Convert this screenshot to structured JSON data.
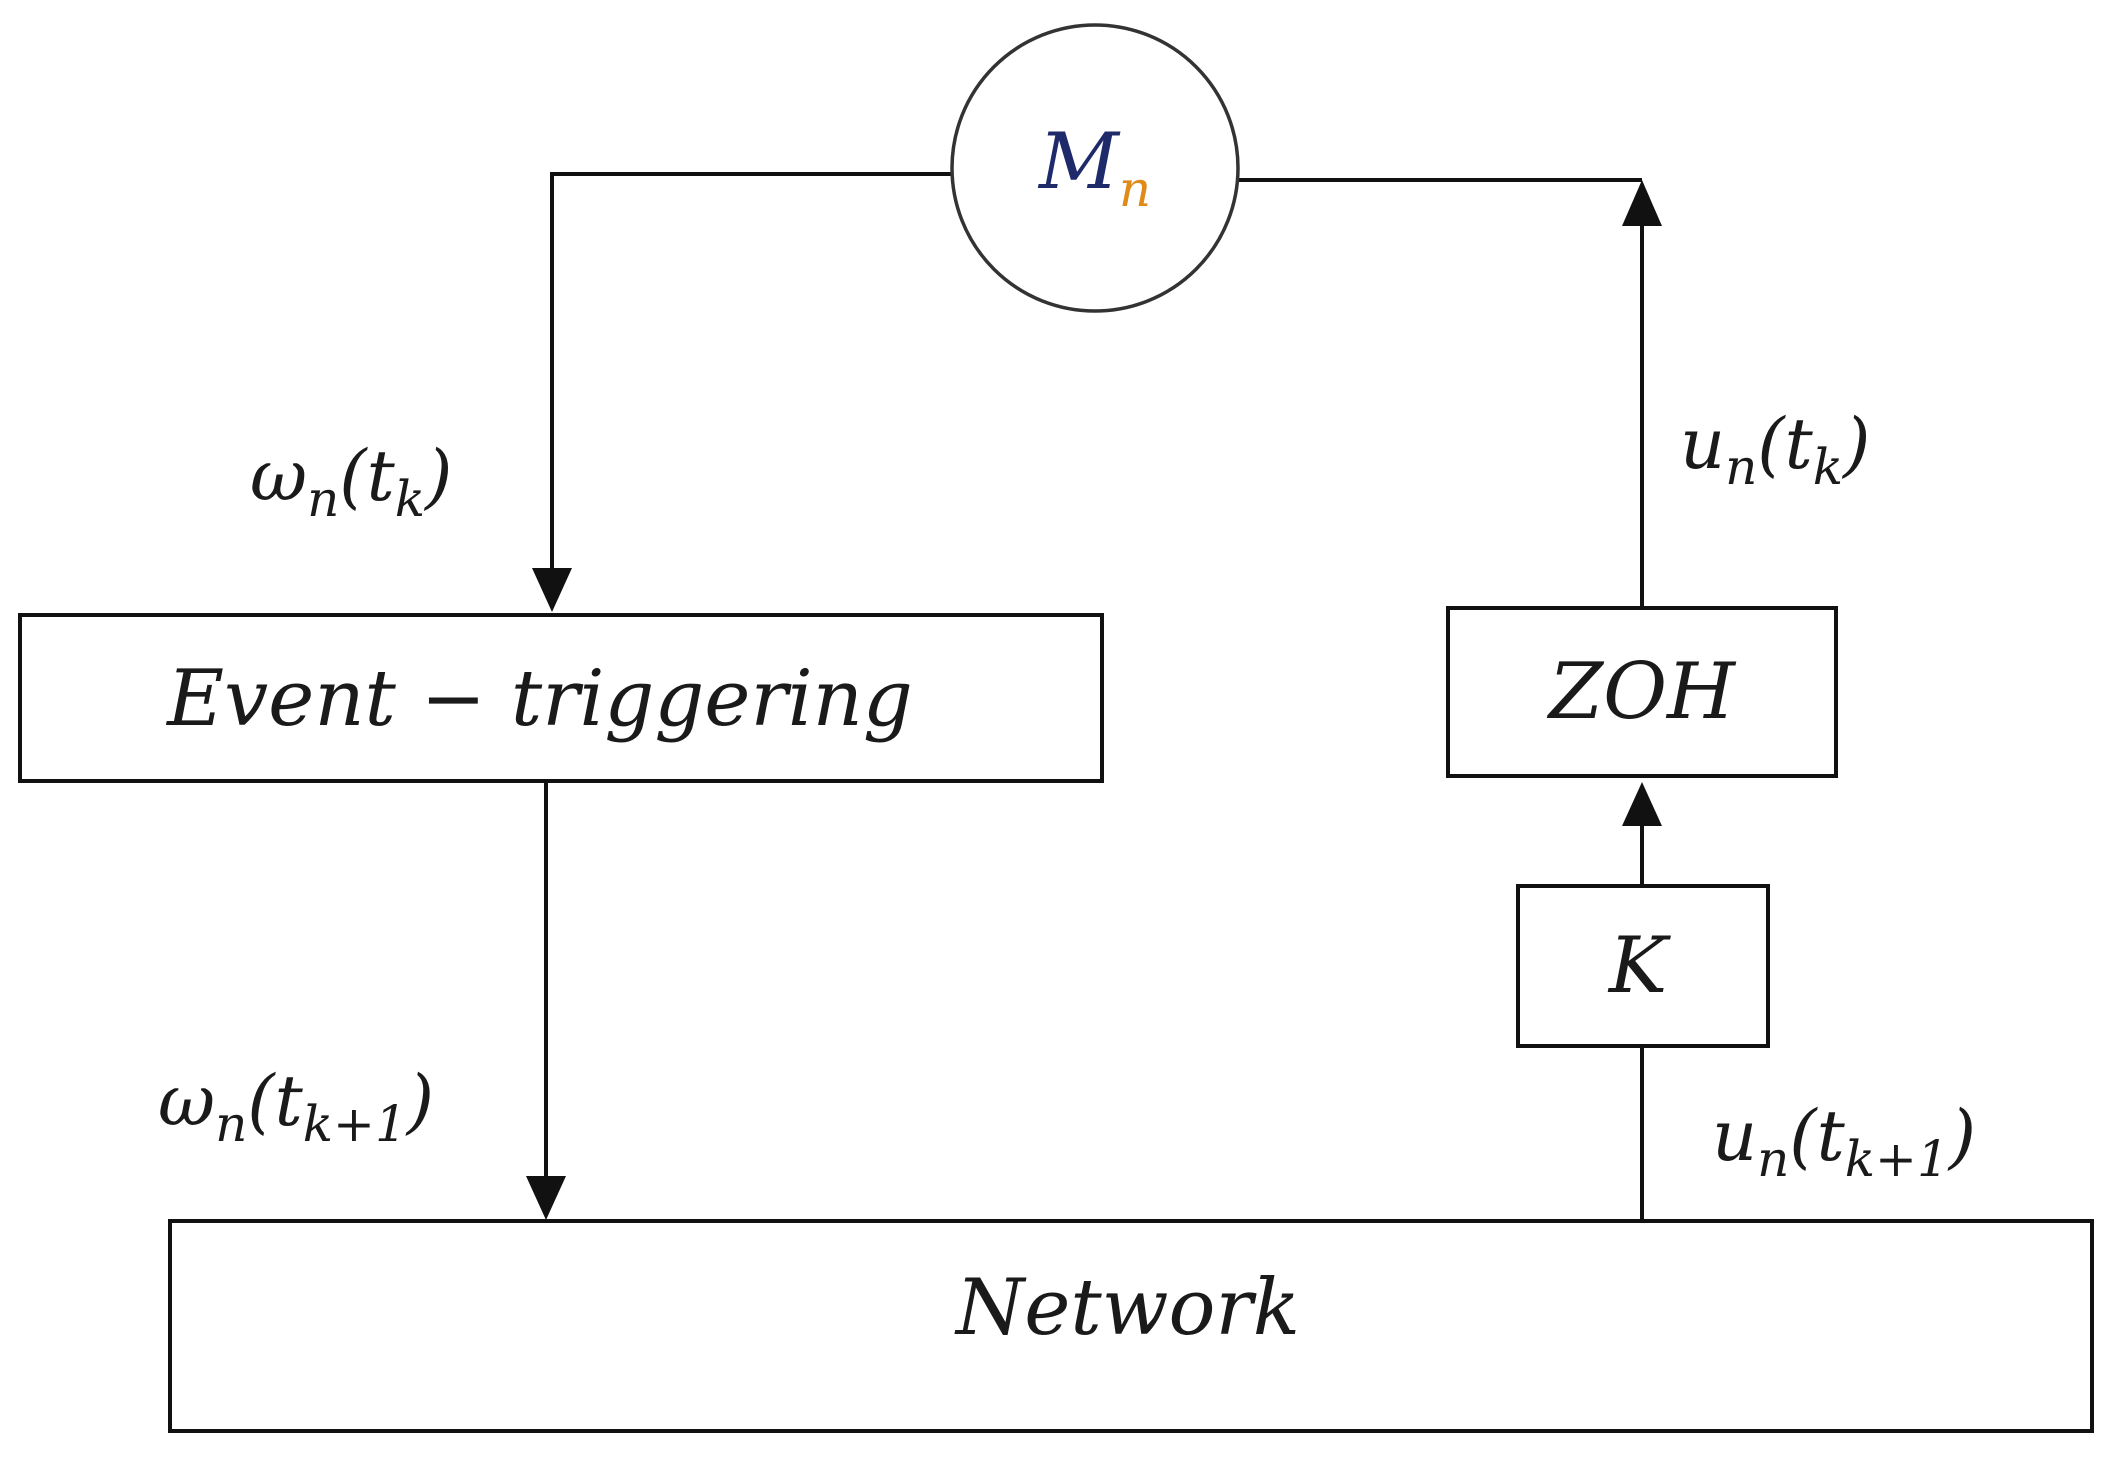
{
  "nodes": {
    "plant": {
      "base": "M",
      "sub": "n",
      "color": "#1f2a6b",
      "sub_color": "#e08a1a"
    },
    "event_triggering": {
      "label": "Event − triggering"
    },
    "zoh": {
      "label": "ZOH"
    },
    "k": {
      "label": "K"
    },
    "network": {
      "label": "Network"
    }
  },
  "edges": {
    "omega_tk": {
      "base": "ω",
      "sub1": "n",
      "open": "(t",
      "sub2": "k",
      "close": ")"
    },
    "omega_tk1": {
      "base": "ω",
      "sub1": "n",
      "open": "(t",
      "sub2": "k+1",
      "close": ")"
    },
    "u_tk": {
      "base": "u",
      "sub1": "n",
      "open": "(t",
      "sub2": "k",
      "close": ")"
    },
    "u_tk1": {
      "base": "u",
      "sub1": "n",
      "open": "(t",
      "sub2": "k+1",
      "close": ")"
    }
  }
}
